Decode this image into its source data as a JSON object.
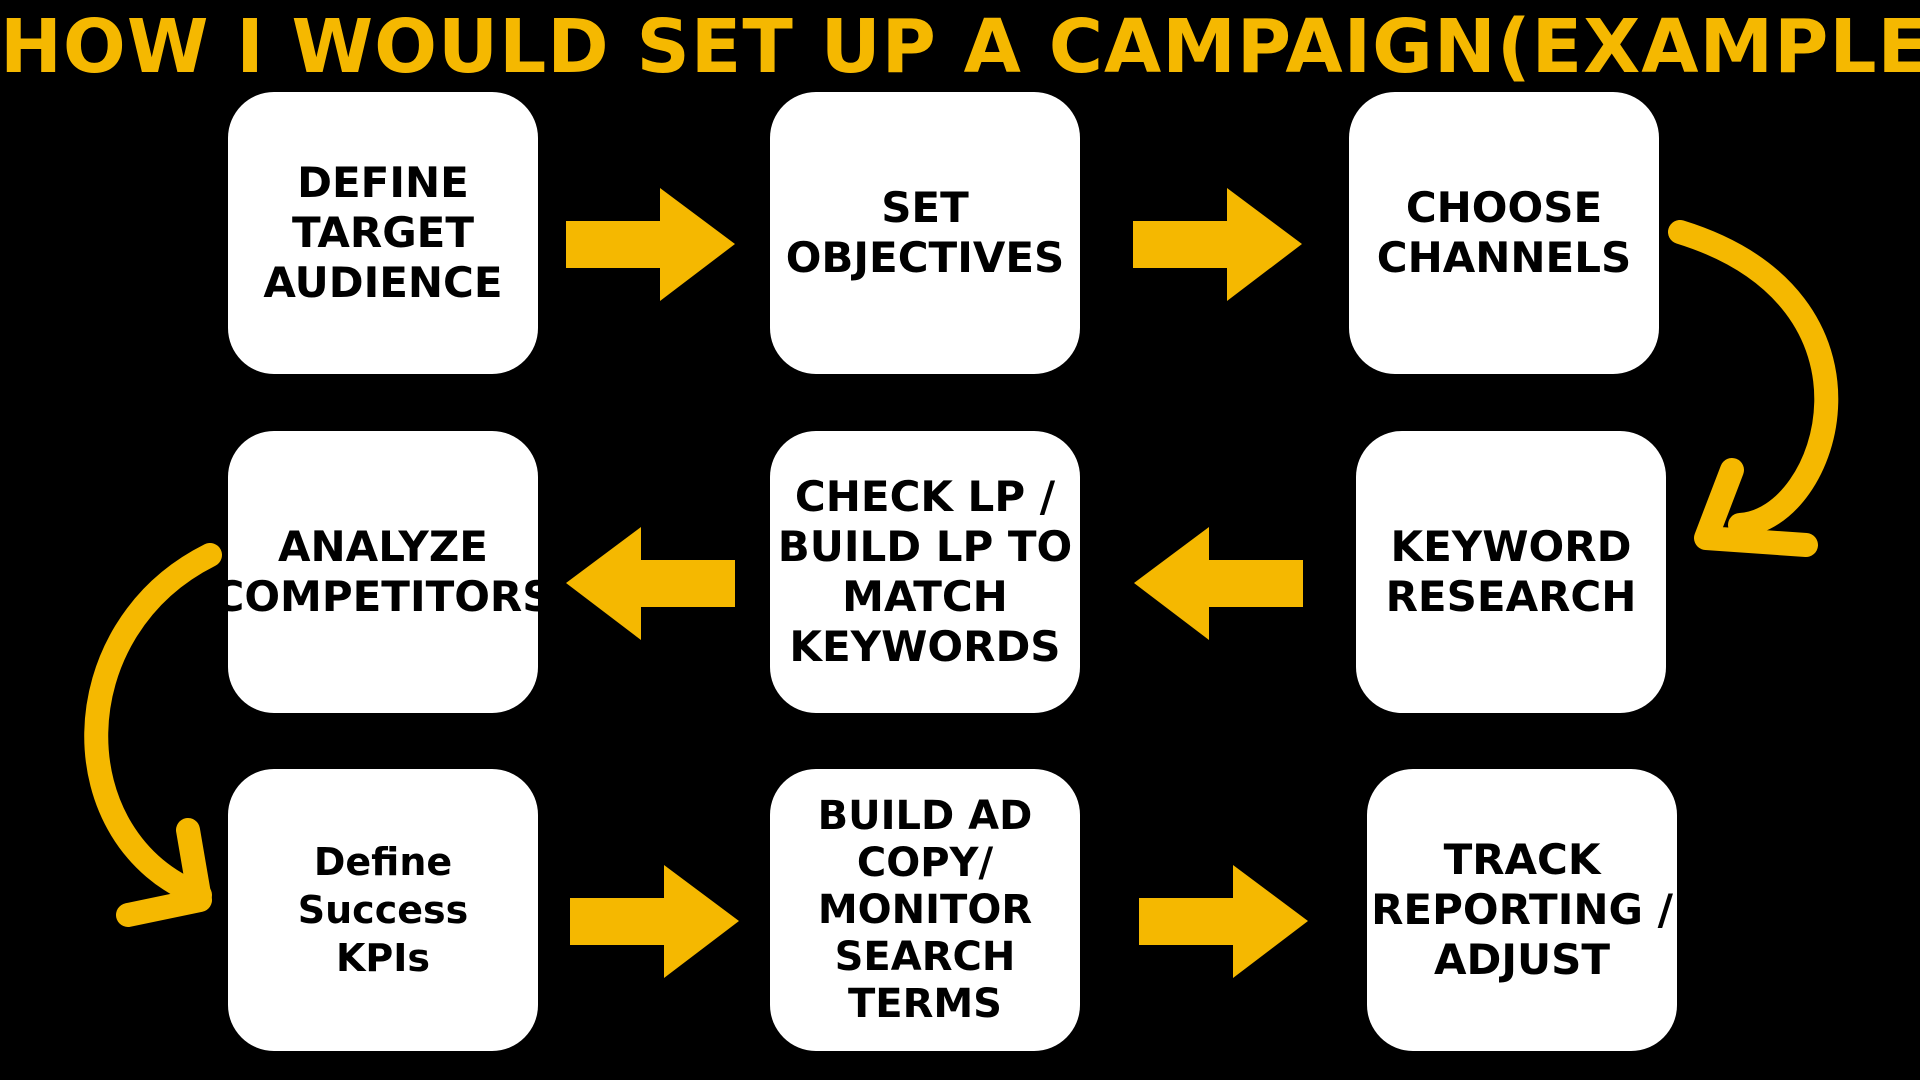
{
  "title": "HOW I WOULD SET UP A CAMPAIGN(EXAMPLE)",
  "colors": {
    "background": "#000000",
    "accent": "#F5B800",
    "box": "#FFFFFF",
    "text": "#000000"
  },
  "steps": [
    {
      "label": "DEFINE\nTARGET\nAUDIENCE"
    },
    {
      "label": "SET\nOBJECTIVES"
    },
    {
      "label": "CHOOSE\nCHANNELS"
    },
    {
      "label": "KEYWORD\nRESEARCH"
    },
    {
      "label": "CHECK LP /\nBUILD LP TO\nMATCH\nKEYWORDS"
    },
    {
      "label": "ANALYZE\nCOMPETITORS"
    },
    {
      "label": "Define Success\nKPIs"
    },
    {
      "label": "BUILD AD\nCOPY/\nMONITOR\nSEARCH\nTERMS"
    },
    {
      "label": "TRACK\nREPORTING /\nADJUST"
    }
  ],
  "connectors": [
    {
      "from": 1,
      "to": 2,
      "style": "straight",
      "direction": "right"
    },
    {
      "from": 2,
      "to": 3,
      "style": "straight",
      "direction": "right"
    },
    {
      "from": 3,
      "to": 4,
      "style": "curved",
      "direction": "down"
    },
    {
      "from": 4,
      "to": 5,
      "style": "straight",
      "direction": "left"
    },
    {
      "from": 5,
      "to": 6,
      "style": "straight",
      "direction": "left"
    },
    {
      "from": 6,
      "to": 7,
      "style": "curved",
      "direction": "down"
    },
    {
      "from": 7,
      "to": 8,
      "style": "straight",
      "direction": "right"
    },
    {
      "from": 8,
      "to": 9,
      "style": "straight",
      "direction": "right"
    }
  ]
}
